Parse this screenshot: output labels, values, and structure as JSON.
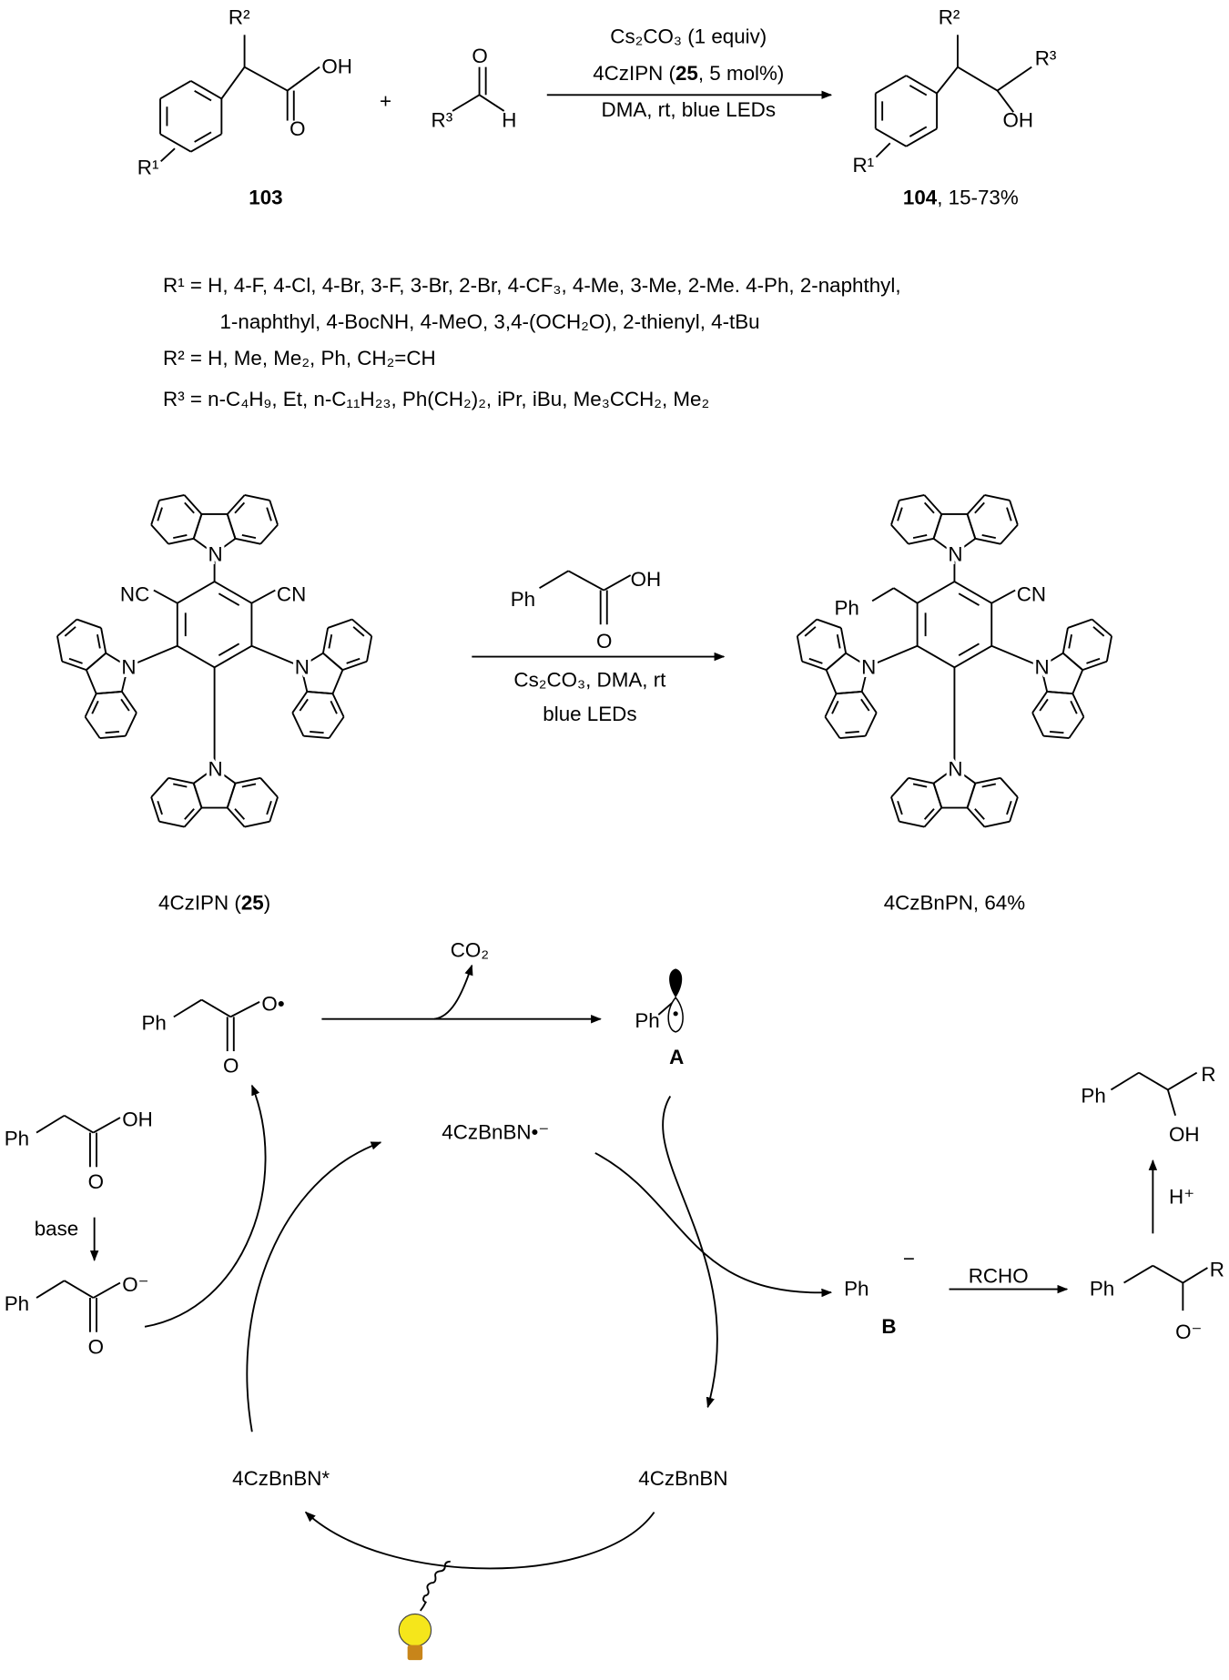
{
  "top_reaction": {
    "reactant_acid": {
      "r1": "R¹",
      "r2": "R²",
      "oh": "OH",
      "o": "O",
      "label": "103"
    },
    "plus": "+",
    "aldehyde": {
      "o": "O",
      "r3": "R³",
      "h": "H"
    },
    "conditions": {
      "line1": "Cs₂CO₃ (1 equiv)",
      "line2_a": "4CzIPN (",
      "line2_b": "25",
      "line2_c": ", 5 mol%)",
      "line3": "DMA, rt, blue LEDs"
    },
    "product": {
      "r1": "R¹",
      "r2": "R²",
      "r3": "R³",
      "oh": "OH",
      "label": "104",
      "yield": ", 15-73%"
    }
  },
  "substituents": {
    "r1_line1": "R¹ = H, 4-F, 4-Cl, 4-Br, 3-F, 3-Br, 2-Br, 4-CF₃, 4-Me, 3-Me, 2-Me. 4-Ph, 2-naphthyl,",
    "r1_line2": "1-naphthyl, 4-BocNH, 4-MeO, 3,4-(OCH₂O), 2-thienyl, 4-tBu",
    "r2": "R² = H, Me, Me₂, Ph, CH₂=CH",
    "r3": "R³ = n-C₄H₉, Et, n-C₁₁H₂₃, Ph(CH₂)₂, iPr, iBu, Me₃CCH₂, Me₂"
  },
  "middle_reaction": {
    "left": {
      "nc": "NC",
      "cn": "CN",
      "n": "N",
      "label_a": "4CzIPN (",
      "label_b": "25",
      "label_c": ")"
    },
    "reagent": {
      "ph": "Ph",
      "oh": "OH",
      "o": "O"
    },
    "conditions": {
      "line1": "Cs₂CO₃, DMA, rt",
      "line2": "blue LEDs"
    },
    "right": {
      "ph": "Ph",
      "cn": "CN",
      "n": "N",
      "label": "4CzBnPN, 64%"
    }
  },
  "mechanism": {
    "co2": "CO₂",
    "radical_acid": {
      "ph": "Ph",
      "o_rad": "O•",
      "o": "O"
    },
    "radical_A": {
      "ph": "Ph",
      "label": "A"
    },
    "acid": {
      "ph": "Ph",
      "oh": "OH",
      "o": "O"
    },
    "base": "base",
    "carboxylate": {
      "ph": "Ph",
      "o_minus": "O⁻",
      "o": "O"
    },
    "cat_radical_anion": "4CzBnBN•⁻",
    "cat_ground": "4CzBnBN",
    "cat_excited": "4CzBnBN*",
    "anion_B": {
      "ph": "Ph",
      "minus": "−",
      "label": "B"
    },
    "rcho": "RCHO",
    "alkoxide": {
      "ph": "Ph",
      "r": "R",
      "o_minus": "O⁻"
    },
    "proton": "H⁺",
    "final_product": {
      "ph": "Ph",
      "r": "R",
      "oh": "OH"
    }
  },
  "colors": {
    "bulb": "#f5e61b",
    "bulb_base": "#c8851a"
  }
}
